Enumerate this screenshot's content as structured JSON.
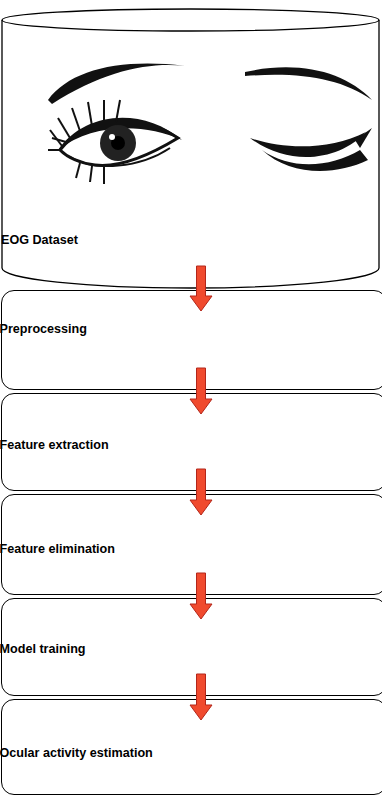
{
  "diagram": {
    "nodes": [
      {
        "text": [
          "EOG Dataset"
        ]
      },
      {
        "text": [
          "Preprocessing"
        ]
      },
      {
        "text": [
          "Feature extraction"
        ]
      },
      {
        "text": [
          "Feature elimination"
        ]
      },
      {
        "text": [
          "Model training"
        ]
      },
      {
        "text": [
          "Ocular activity estimation"
        ]
      }
    ],
    "edges": [
      {
        "from": 0,
        "to": 1,
        "arrow": "to"
      },
      {
        "from": 1,
        "to": 2,
        "arrow": "to"
      },
      {
        "from": 2,
        "to": 3,
        "arrow": "to"
      },
      {
        "from": 3,
        "to": 4,
        "arrow": "to"
      },
      {
        "from": 4,
        "to": 5,
        "arrow": "to"
      }
    ]
  }
}
